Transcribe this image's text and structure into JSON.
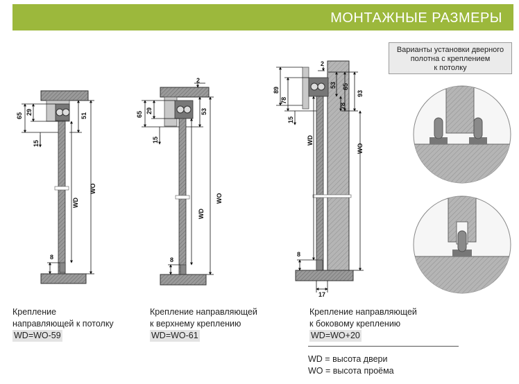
{
  "header": {
    "title": "МОНТАЖНЫЕ РАЗМЕРЫ",
    "color": "#9cb83c"
  },
  "variants": {
    "lines": [
      "Варианты установки дверного",
      "полотна с креплением",
      "к потолку"
    ]
  },
  "captions": [
    {
      "line1": "Крепление",
      "line2": "направляющей к потолку",
      "formula": "WD=WO-59"
    },
    {
      "line1": "Крепление направляющей",
      "line2": "к верхнему креплению",
      "formula": "WD=WO-61"
    },
    {
      "line1": "Крепление направляющей",
      "line2": "к боковому креплению",
      "formula": "WD=WO+20"
    }
  ],
  "legend": {
    "wd": "WD = высота двери",
    "wo": "WO = высота проёма"
  },
  "dims": {
    "d1": {
      "h65": "65",
      "h29": "29",
      "h15": "15",
      "h51": "51",
      "wd": "WD",
      "wo": "WO",
      "h8": "8"
    },
    "d2": {
      "h2": "2",
      "h65": "65",
      "h29": "29",
      "h15": "15",
      "h53": "53",
      "wd": "WD",
      "wo": "WO",
      "h8": "8"
    },
    "d3": {
      "h2": "2",
      "h89": "89",
      "h78a": "78",
      "h15": "15",
      "h53": "53",
      "h65": "65",
      "h78b": "78",
      "h93": "93",
      "wd": "WD",
      "wo": "WO",
      "h8": "8",
      "h17": "17"
    }
  }
}
